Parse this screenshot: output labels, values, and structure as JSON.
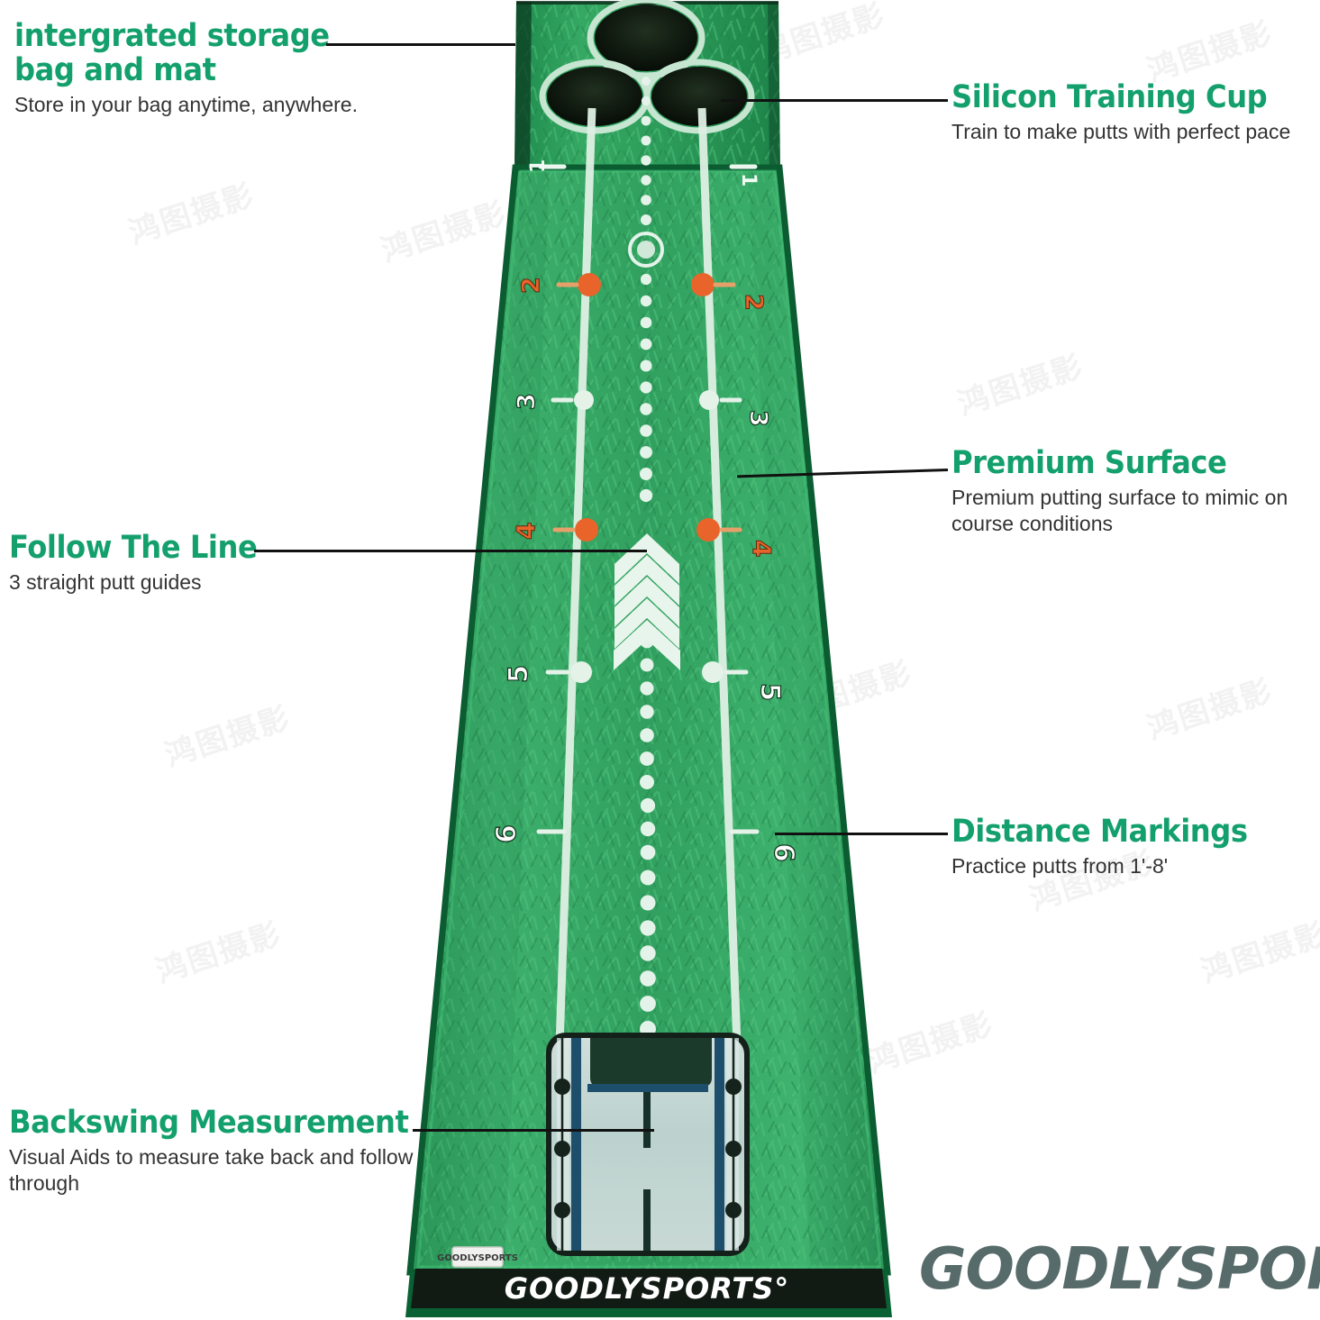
{
  "brand": {
    "name": "GOODLYSPORTS",
    "registered": "®",
    "mat_logo": "GOODLYSPORTS",
    "mat_logo_registered": "°",
    "color": "#566b6a"
  },
  "theme": {
    "accent_green": "#13a06c",
    "body_text": "#333333",
    "lead_line": "#111111",
    "mat_green_light": "#3fae6b",
    "mat_green_dark": "#1f8a4c",
    "mat_edge": "#0d6b39",
    "guide_white": "#e8f4ec",
    "marker_orange": "#e8642a",
    "plate_fill": "#c4d6d2",
    "plate_rail": "#1d4e6b",
    "bar_dark": "#121a14"
  },
  "callouts": [
    {
      "id": "integrated-storage",
      "title": "intergrated storage bag and mat",
      "subtitle": "Store in your bag anytime, anywhere.",
      "side": "left"
    },
    {
      "id": "silicon-training-cup",
      "title": "Silicon Training Cup",
      "subtitle": "Train to make putts with perfect pace",
      "side": "right"
    },
    {
      "id": "premium-surface",
      "title": "Premium Surface",
      "subtitle": "Premium putting surface to mimic on course conditions",
      "side": "right"
    },
    {
      "id": "follow-the-line",
      "title": "Follow The Line",
      "subtitle": "3 straight putt guides",
      "side": "left"
    },
    {
      "id": "distance-markings",
      "title": "Distance Markings",
      "subtitle": "Practice putts from 1'-8'",
      "side": "right"
    },
    {
      "id": "backswing-measurement",
      "title": "Backswing Measurement",
      "subtitle": "Visual Aids to measure take back and follow through",
      "side": "left"
    }
  ],
  "mat": {
    "distance_marks": [
      {
        "value": "1",
        "color": "white"
      },
      {
        "value": "2",
        "color": "orange"
      },
      {
        "value": "3",
        "color": "white"
      },
      {
        "value": "4",
        "color": "orange"
      },
      {
        "value": "5",
        "color": "white"
      },
      {
        "value": "6",
        "color": "white"
      }
    ],
    "cups": [
      {
        "id": "cup-top-center"
      },
      {
        "id": "cup-lower-left"
      },
      {
        "id": "cup-lower-right"
      }
    ],
    "guide_lines": 3,
    "chevrons": 5,
    "tag_label": "GOODLYSPORTS"
  },
  "watermarks": [
    "鸿图摄影",
    "鸿图摄影",
    "鸿图摄影",
    "鸿图摄影",
    "鸿图摄影",
    "鸿图摄影",
    "鸿图摄影",
    "鸿图摄影",
    "鸿图摄影",
    "鸿图摄影",
    "鸿图摄影",
    "鸿图摄影"
  ]
}
